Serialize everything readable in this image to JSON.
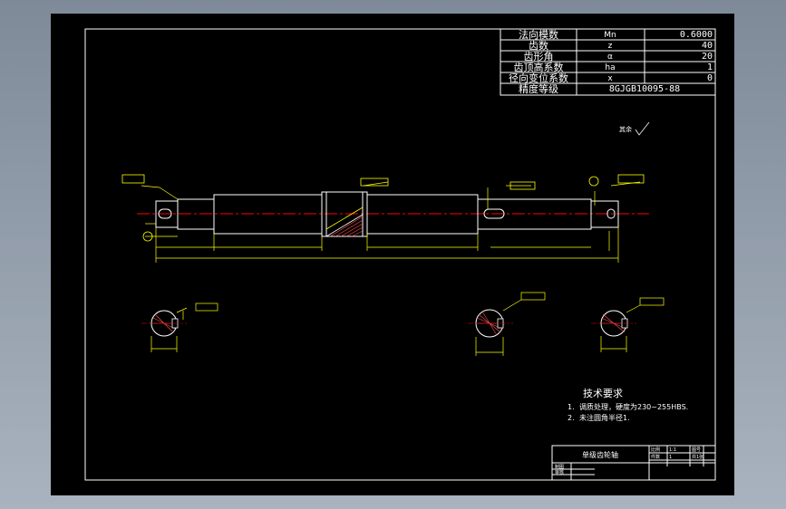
{
  "params_table": {
    "rows": [
      {
        "name": "法向模数",
        "symbol": "Mn",
        "value": "0.6000"
      },
      {
        "name": "齿数",
        "symbol": "z",
        "value": "40"
      },
      {
        "name": "齿形角",
        "symbol": "α",
        "value": "20"
      },
      {
        "name": "齿顶高系数",
        "symbol": "ha",
        "value": "1"
      },
      {
        "name": "径向变位系数",
        "symbol": "x",
        "value": "0"
      }
    ],
    "accuracy_label": "精度等级",
    "accuracy_value": "8GJGB10095-88"
  },
  "roughness_note": "其余",
  "tech_req": {
    "title": "技术要求",
    "items": [
      {
        "num": "1.",
        "text": "调质处理，硬度为230~255HBS."
      },
      {
        "num": "2.",
        "text": "未注圆角半径1."
      }
    ]
  },
  "title_block": {
    "part_name": "单级齿轮轴",
    "cells": [
      "比例",
      "1:1",
      "图号",
      "件数",
      "1",
      "共1张",
      "制图",
      "审核"
    ]
  },
  "colors": {
    "outline": "#ffffff",
    "dimension": "#ffff00",
    "centerline": "#ff0000",
    "hatch": "#ff4d4d",
    "sheet_bg": "#000000"
  }
}
